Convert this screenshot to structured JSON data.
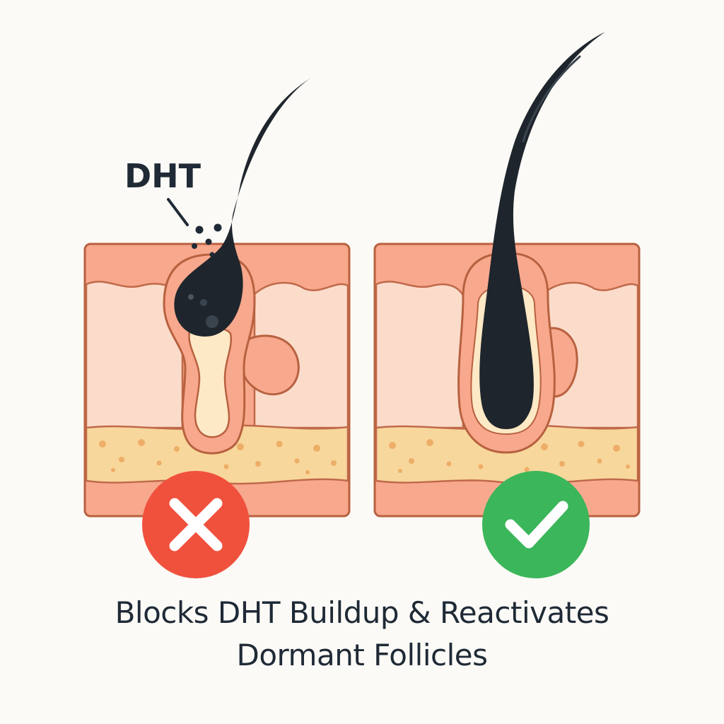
{
  "labels": {
    "dht": "DHT"
  },
  "panels": [
    {
      "state": "blocked",
      "icon": "x-icon",
      "status_color": "#f0513d"
    },
    {
      "state": "reactivated",
      "icon": "checkmark-icon",
      "status_color": "#3bb65a"
    }
  ],
  "caption": {
    "line1": "Blocks DHT Buildup & Reactivates",
    "line2": "Dormant Follicles"
  },
  "colors": {
    "background": "#fcfaf6",
    "outline": "#b8613f",
    "epidermis": "#f7a88d",
    "dermis": "#fbdccb",
    "fat_layer": "#f8d79c",
    "fat_dots": "#edae68",
    "hair": "#1f252c",
    "text": "#1f2a36"
  }
}
